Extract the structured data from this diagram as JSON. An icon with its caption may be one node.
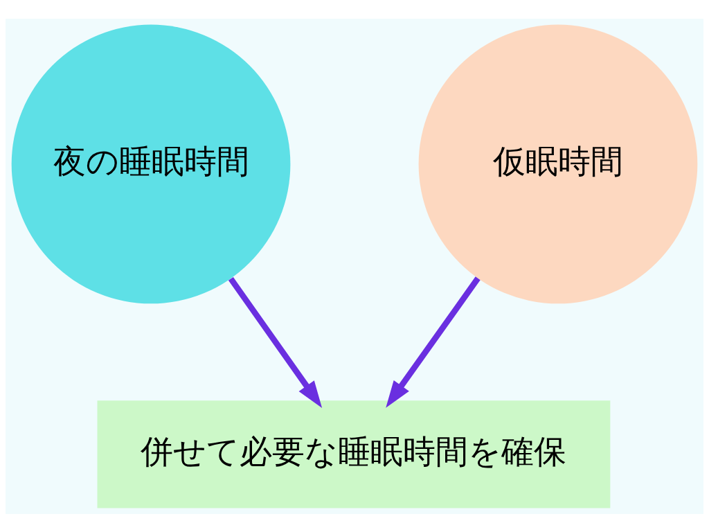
{
  "diagram": {
    "nodes": [
      {
        "text": [
          "夜の睡眠時間"
        ]
      },
      {
        "text": [
          "仮眠時間"
        ]
      },
      {
        "text": [
          "併せて必要な睡眠時間を確保"
        ]
      }
    ],
    "edges": [
      {
        "from": 0,
        "to": 2,
        "arrow": "to"
      },
      {
        "from": 1,
        "to": 2,
        "arrow": "to"
      }
    ]
  }
}
